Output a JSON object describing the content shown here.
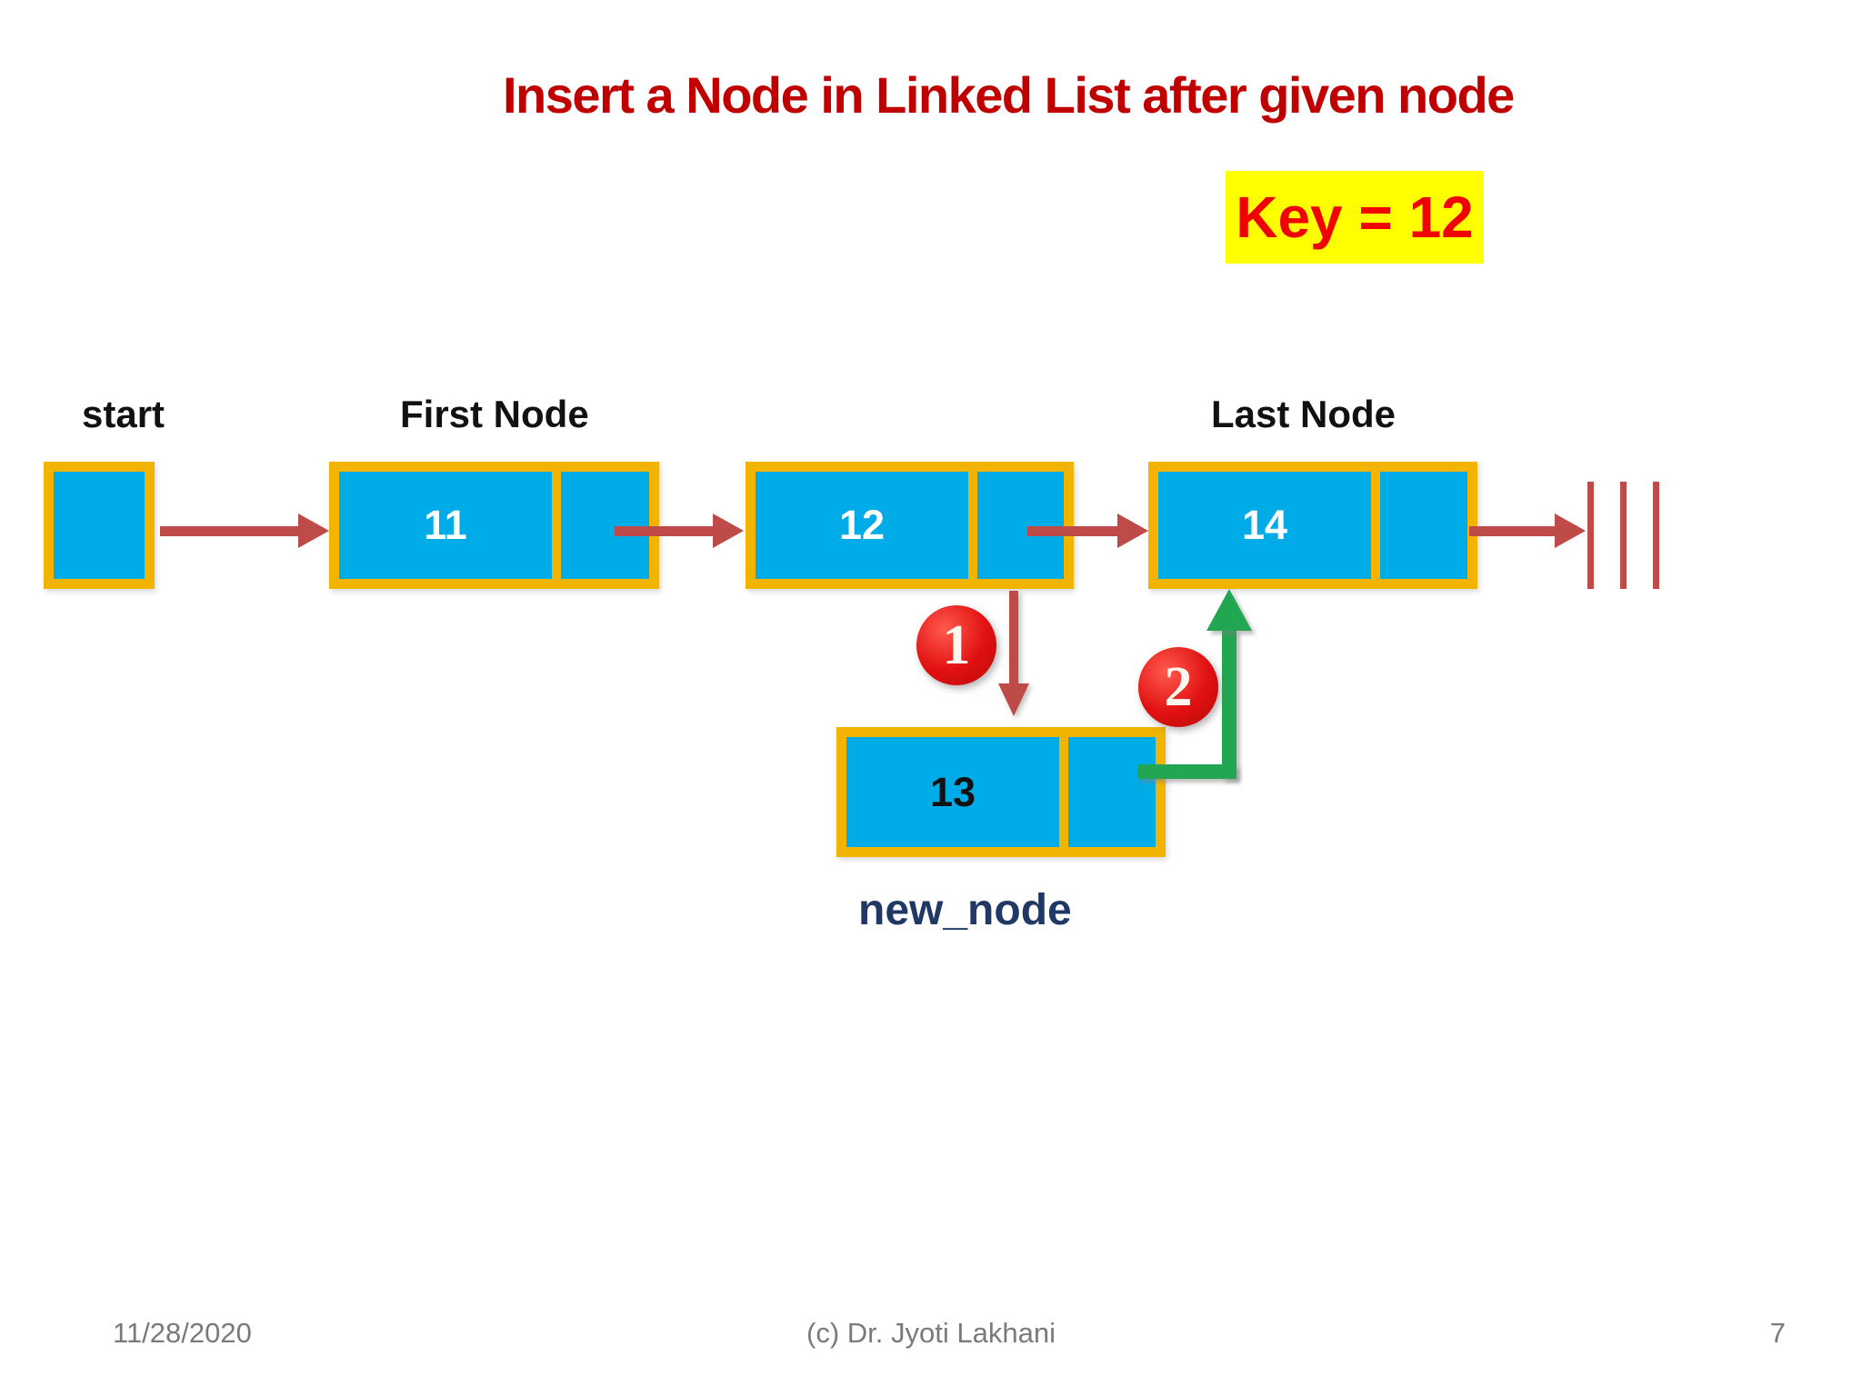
{
  "slide": {
    "title": "Insert a Node in Linked List after given node",
    "key_badge": "Key = 12"
  },
  "labels": {
    "start": "start",
    "first_node": "First Node",
    "last_node": "Last Node",
    "new_node": "new_node"
  },
  "nodes": {
    "first_value": "11",
    "given_value": "12",
    "last_value": "14",
    "new_value": "13"
  },
  "steps": {
    "step1": "1",
    "step2": "2"
  },
  "footer": {
    "date": "11/28/2020",
    "copyright": "(c) Dr. Jyoti Lakhani",
    "page_number": "7"
  },
  "colors": {
    "title_red": "#C00000",
    "key_text_red": "#F00000",
    "key_bg_yellow": "#FFFF00",
    "node_fill_blue": "#00ACE8",
    "node_border_gold": "#F2B400",
    "arrow_brick_red": "#BE4B48",
    "step_circle_red": "#E01010",
    "insert_arrow_green": "#22A651",
    "new_node_label_navy": "#1F3864",
    "footer_gray": "#7A7A7A"
  }
}
